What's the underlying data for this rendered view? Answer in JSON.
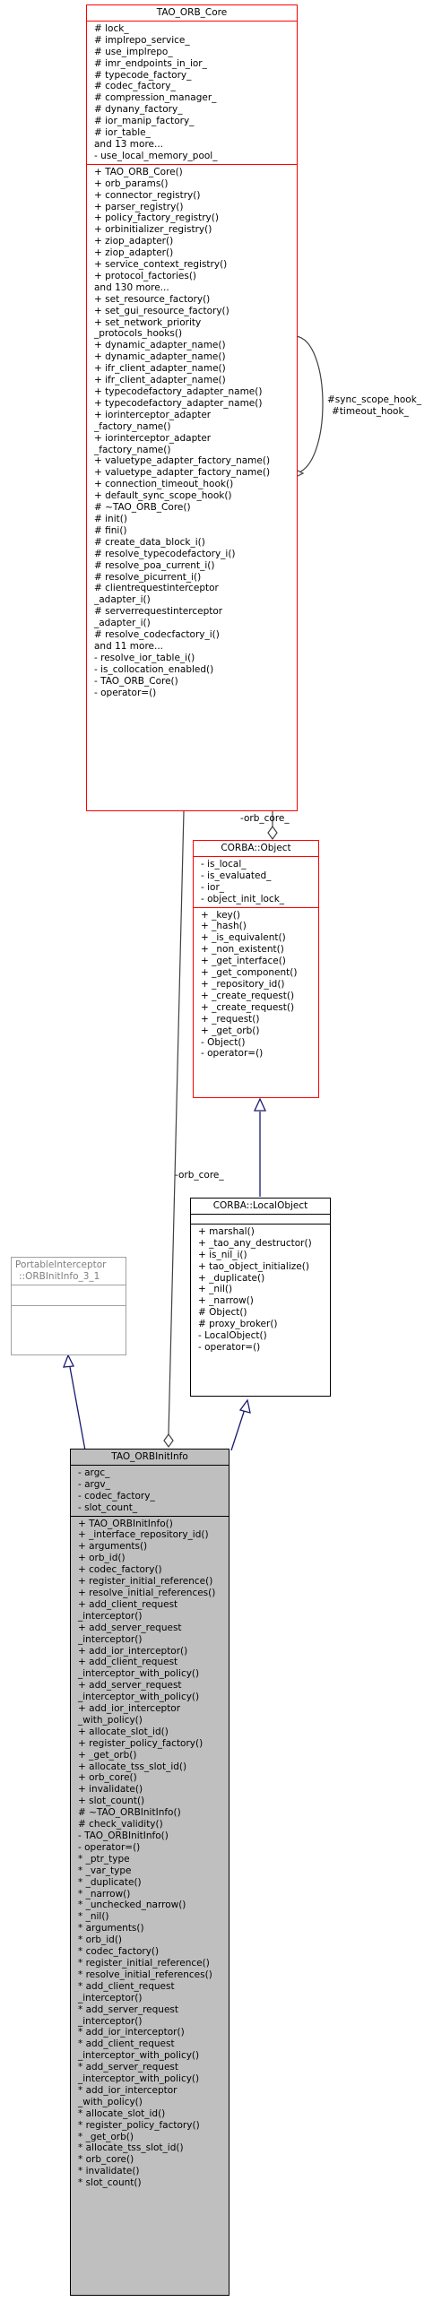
{
  "classes": {
    "orb_core": {
      "title": "TAO_ORB_Core",
      "attributes": [
        "# lock_",
        "# implrepo_service_",
        "# use_implrepo_",
        "# imr_endpoints_in_ior_",
        "# typecode_factory_",
        "# codec_factory_",
        "# compression_manager_",
        "# dynany_factory_",
        "# ior_manip_factory_",
        "# ior_table_",
        "and 13 more...",
        "- use_local_memory_pool_"
      ],
      "methods": [
        "+ TAO_ORB_Core()",
        "+ orb_params()",
        "+ connector_registry()",
        "+ parser_registry()",
        "+ policy_factory_registry()",
        "+ orbinitializer_registry()",
        "+ ziop_adapter()",
        "+ ziop_adapter()",
        "+ service_context_registry()",
        "+ protocol_factories()",
        "and 130 more...",
        "+ set_resource_factory()",
        "+ set_gui_resource_factory()",
        "+ set_network_priority",
        "_protocols_hooks()",
        "+ dynamic_adapter_name()",
        "+ dynamic_adapter_name()",
        "+ ifr_client_adapter_name()",
        "+ ifr_client_adapter_name()",
        "+ typecodefactory_adapter_name()",
        "+ typecodefactory_adapter_name()",
        "+ iorinterceptor_adapter",
        "_factory_name()",
        "+ iorinterceptor_adapter",
        "_factory_name()",
        "+ valuetype_adapter_factory_name()",
        "+ valuetype_adapter_factory_name()",
        "+ connection_timeout_hook()",
        "+ default_sync_scope_hook()",
        "# ~TAO_ORB_Core()",
        "# init()",
        "# fini()",
        "# create_data_block_i()",
        "# resolve_typecodefactory_i()",
        "# resolve_poa_current_i()",
        "# resolve_picurrent_i()",
        "# clientrequestinterceptor",
        "_adapter_i()",
        "# serverrequestinterceptor",
        "_adapter_i()",
        "# resolve_codecfactory_i()",
        "and 11 more...",
        "- resolve_ior_table_i()",
        "- is_collocation_enabled()",
        "- TAO_ORB_Core()",
        "- operator=()"
      ]
    },
    "corba_object": {
      "title": "CORBA::Object",
      "attributes": [
        "- is_local_",
        "- is_evaluated_",
        "- ior_",
        "- object_init_lock_"
      ],
      "methods": [
        "+ _key()",
        "+ _hash()",
        "+ _is_equivalent()",
        "+ _non_existent()",
        "+ _get_interface()",
        "+ _get_component()",
        "+ _repository_id()",
        "+ _create_request()",
        "+ _create_request()",
        "+ _request()",
        "+ _get_orb()",
        "- Object()",
        "- operator=()"
      ]
    },
    "local_object": {
      "title": "CORBA::LocalObject",
      "attributes": [],
      "methods": [
        "+ marshal()",
        "+ _tao_any_destructor()",
        "+ is_nil_i()",
        "+ tao_object_initialize()",
        "+ _duplicate()",
        "+ _nil()",
        "+ _narrow()",
        "# Object()",
        "# proxy_broker()",
        "- LocalObject()",
        "- operator=()"
      ]
    },
    "orb_init_info_3_1": {
      "title_line1": "PortableInterceptor",
      "title_line2": "::ORBInitInfo_3_1"
    },
    "orb_init_info": {
      "title": "TAO_ORBInitInfo",
      "attributes": [
        "- argc_",
        "- argv_",
        "- codec_factory_",
        "- slot_count_"
      ],
      "methods": [
        "+ TAO_ORBInitInfo()",
        "+ _interface_repository_id()",
        "+ arguments()",
        "+ orb_id()",
        "+ codec_factory()",
        "+ register_initial_reference()",
        "+ resolve_initial_references()",
        "+ add_client_request",
        "_interceptor()",
        "+ add_server_request",
        "_interceptor()",
        "+ add_ior_interceptor()",
        "+ add_client_request",
        "_interceptor_with_policy()",
        "+ add_server_request",
        "_interceptor_with_policy()",
        "+ add_ior_interceptor",
        "_with_policy()",
        "+ allocate_slot_id()",
        "+ register_policy_factory()",
        "+ _get_orb()",
        "+ allocate_tss_slot_id()",
        "+ orb_core()",
        "+ invalidate()",
        "+ slot_count()",
        "# ~TAO_ORBInitInfo()",
        "# check_validity()",
        "- TAO_ORBInitInfo()",
        "- operator=()",
        "* _ptr_type",
        "* _var_type",
        "* _duplicate()",
        "* _narrow()",
        "* _unchecked_narrow()",
        "* _nil()",
        "* arguments()",
        "* orb_id()",
        "* codec_factory()",
        "* register_initial_reference()",
        "* resolve_initial_references()",
        "* add_client_request",
        "_interceptor()",
        "* add_server_request",
        "_interceptor()",
        "* add_ior_interceptor()",
        "* add_client_request",
        "_interceptor_with_policy()",
        "* add_server_request",
        "_interceptor_with_policy()",
        "* add_ior_interceptor",
        "_with_policy()",
        "* allocate_slot_id()",
        "* register_policy_factory()",
        "* _get_orb()",
        "* allocate_tss_slot_id()",
        "* orb_core()",
        "* invalidate()",
        "* slot_count()"
      ]
    }
  },
  "edge_labels": {
    "self_hooks_1": "#sync_scope_hook_",
    "self_hooks_2": "#timeout_hook_",
    "orb_core_to_object": "-orb_core_",
    "orb_core_to_initinfo": "-orb_core_"
  },
  "colors": {
    "core_border": "#ff0000",
    "object_border": "#ff0000",
    "local_border": "#000000",
    "interface_border": "#a0a0a0",
    "selected_fill": "#bfbfbf",
    "inheritance_arrow": "#191970",
    "association": "#404040"
  }
}
